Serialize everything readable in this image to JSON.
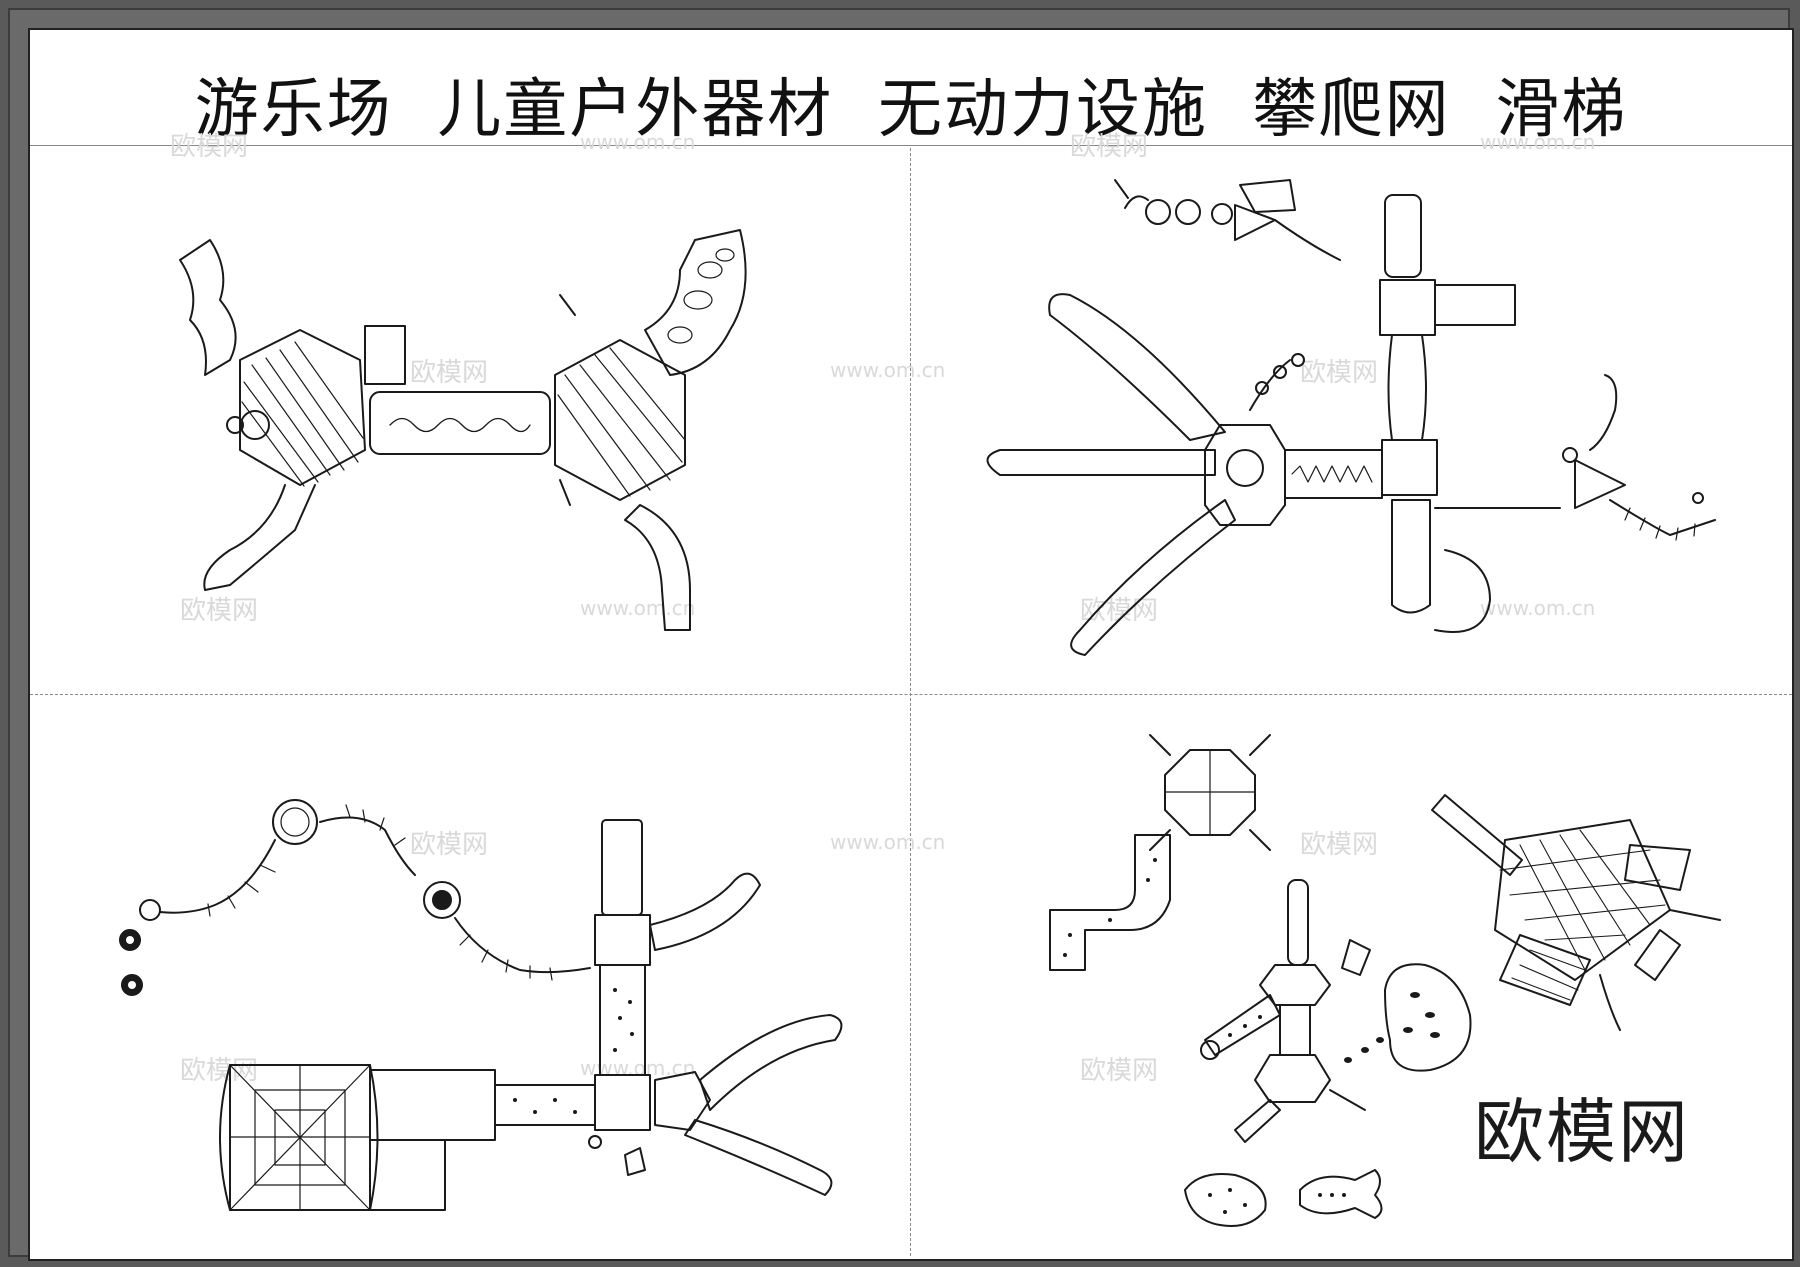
{
  "title": "游乐场  儿童户外器材  无动力设施  攀爬网  滑梯",
  "brand": "欧模网",
  "watermark": {
    "text": "欧模网",
    "url": "www.om.cn"
  },
  "panels": [
    {
      "id": "top-left",
      "kind": "playground-plan"
    },
    {
      "id": "top-right",
      "kind": "playground-plan"
    },
    {
      "id": "bottom-left",
      "kind": "playground-plan"
    },
    {
      "id": "bottom-right",
      "kind": "playground-plan"
    }
  ]
}
